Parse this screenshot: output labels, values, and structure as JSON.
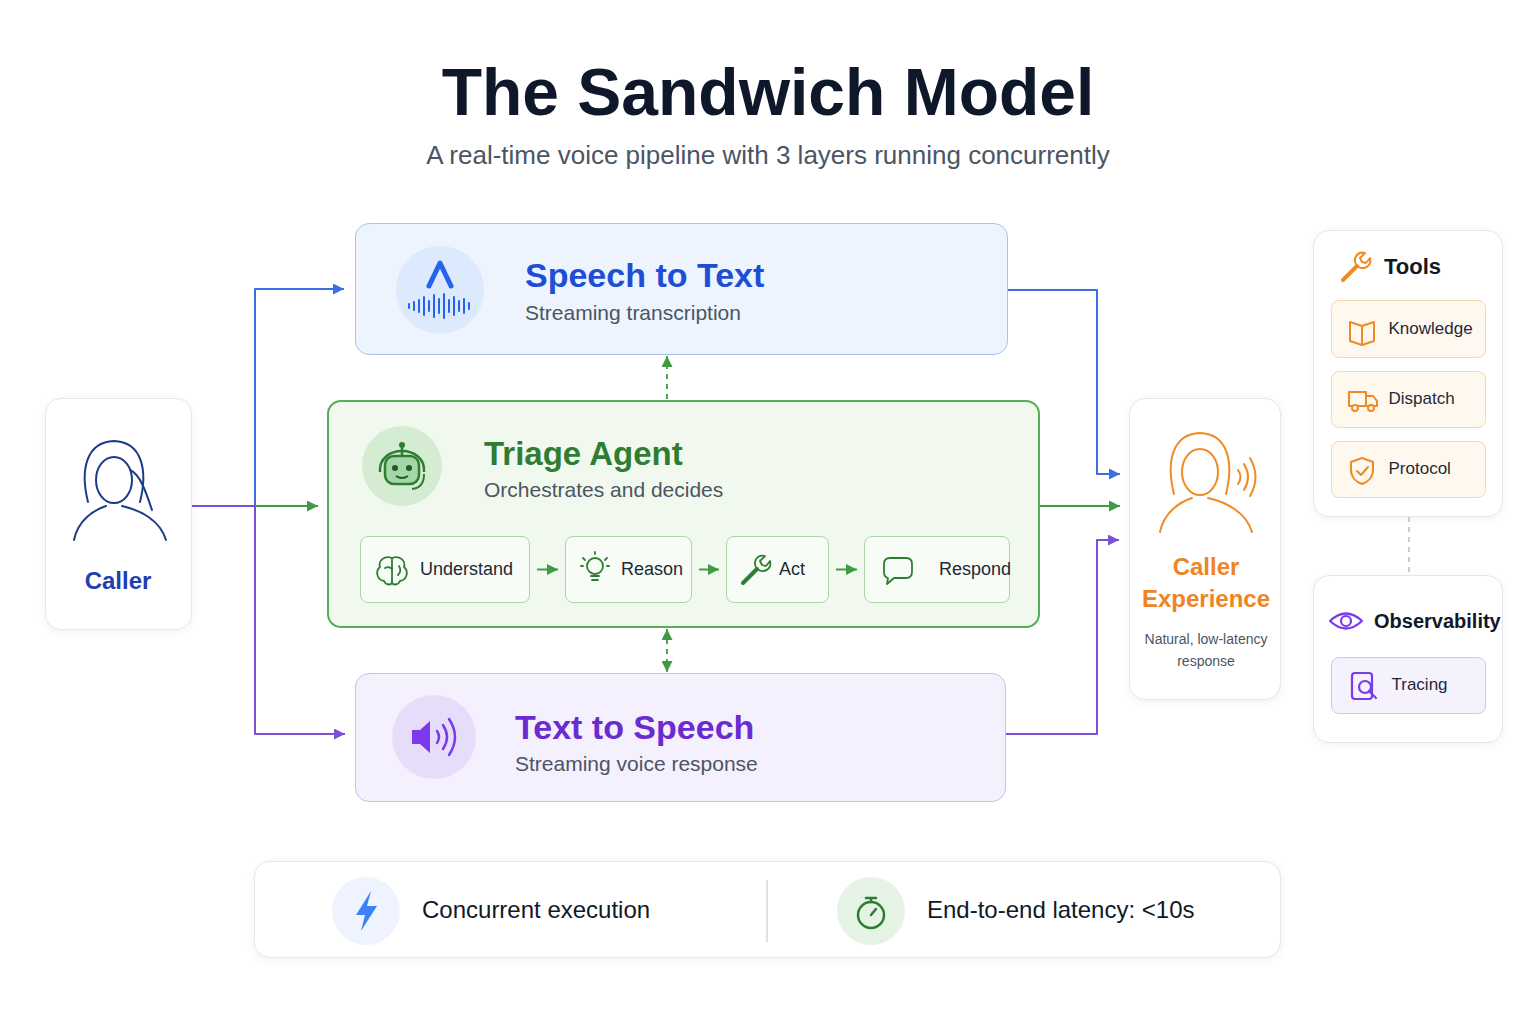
{
  "diagram": {
    "title": "The Sandwich Model",
    "caption": "A real-time voice pipeline with 3 layers running concurrently",
    "nodes": [
      {
        "text": [
          "Caller"
        ]
      },
      {
        "text": [
          "Speech to Text",
          "Streaming transcription"
        ]
      },
      {
        "text": [
          "Triage Agent",
          "Orchestrates and decides"
        ]
      },
      {
        "text": [
          "Understand"
        ],
        "in": 2
      },
      {
        "text": [
          "Reason"
        ],
        "in": 2
      },
      {
        "text": [
          "Act"
        ],
        "in": 2
      },
      {
        "text": [
          "Respond"
        ],
        "in": 2
      },
      {
        "text": [
          "Text to Speech",
          "Streaming voice response"
        ]
      },
      {
        "text": [
          "Caller Experience",
          "Natural, low-latency response"
        ]
      },
      {
        "text": [
          "Tools"
        ]
      },
      {
        "text": [
          "Knowledge"
        ],
        "in": 9
      },
      {
        "text": [
          "Dispatch"
        ],
        "in": 9
      },
      {
        "text": [
          "Protocol"
        ],
        "in": 9
      },
      {
        "text": [
          "Observability"
        ]
      },
      {
        "text": [
          "Tracing"
        ],
        "in": 13
      },
      {
        "text": [
          "Concurrent execution",
          "End-to-end latency: <10s"
        ]
      }
    ],
    "edges": [
      {
        "from": 0,
        "to": 1,
        "arrow": "to"
      },
      {
        "from": 0,
        "to": 2,
        "arrow": "to"
      },
      {
        "from": 0,
        "to": 7,
        "arrow": "to"
      },
      {
        "from": 1,
        "to": 8,
        "arrow": "to"
      },
      {
        "from": 2,
        "to": 8,
        "arrow": "to"
      },
      {
        "from": 7,
        "to": 8,
        "arrow": "to"
      },
      {
        "from": 2,
        "to": 1,
        "arrow": "to"
      },
      {
        "from": 2,
        "to": 7,
        "arrow": "both"
      },
      {
        "from": 3,
        "to": 4,
        "arrow": "to"
      },
      {
        "from": 4,
        "to": 5,
        "arrow": "to"
      },
      {
        "from": 5,
        "to": 6,
        "arrow": "to"
      },
      {
        "from": 9,
        "to": 13,
        "arrow": "none"
      }
    ]
  }
}
